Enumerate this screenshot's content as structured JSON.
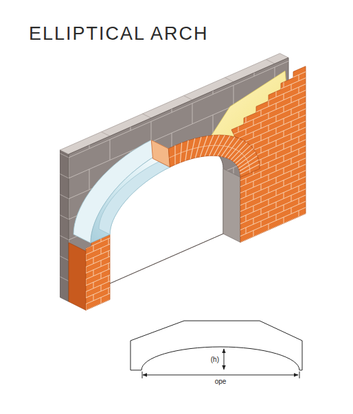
{
  "diagram": {
    "title": "ELLIPTICAL ARCH",
    "labels": [
      "(h)",
      "ope"
    ]
  }
}
